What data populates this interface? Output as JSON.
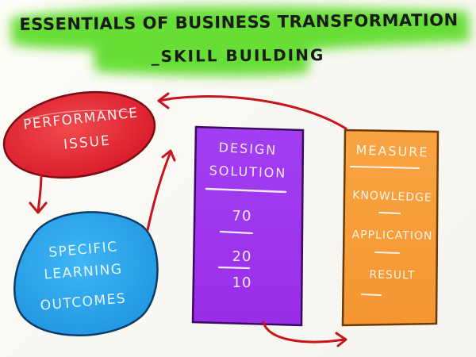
{
  "title": {
    "line1": "ESSENTIALS OF BUSINESS TRANSFORMATION",
    "line2": "_SKILL BUILDING"
  },
  "performance_issue": {
    "line1": "PERFORMANCE",
    "line2": "ISSUE"
  },
  "learning_outcomes": {
    "line1": "SPECIFIC",
    "line2": "LEARNING",
    "line3": "OUTCOMES"
  },
  "design_solution": {
    "line1": "DESIGN",
    "line2": "SOLUTION",
    "values": [
      "70",
      "20",
      "10"
    ]
  },
  "measure": {
    "title": "MEASURE",
    "items": [
      "KNOWLEDGE",
      "APPLICATION",
      "RESULT"
    ]
  },
  "colors": {
    "highlight": "#5fdc2c",
    "performance": "#e3252c",
    "outcomes": "#29a8ef",
    "design": "#a133f0",
    "measure": "#f7a03a",
    "arrow": "#c8141d"
  }
}
